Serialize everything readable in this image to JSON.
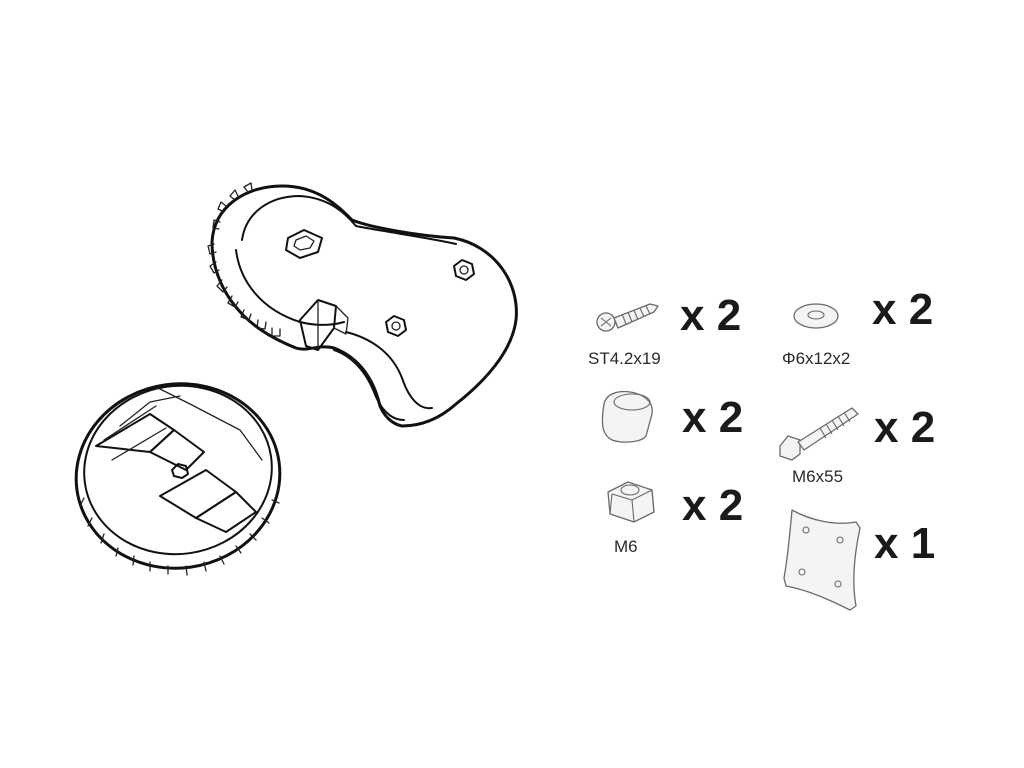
{
  "parts": [
    {
      "id": "screw",
      "icon": "screw-icon",
      "size_label": "ST4.2x19",
      "quantity": "x 2"
    },
    {
      "id": "washer",
      "icon": "washer-icon",
      "size_label": "Φ6x12x2",
      "quantity": "x 2"
    },
    {
      "id": "cap",
      "icon": "rubber-cap-icon",
      "size_label": "",
      "quantity": "x 2"
    },
    {
      "id": "bolt",
      "icon": "bolt-icon",
      "size_label": "M6x55",
      "quantity": "x 2"
    },
    {
      "id": "nut",
      "icon": "nut-icon",
      "size_label": "M6",
      "quantity": "x 2"
    },
    {
      "id": "plate",
      "icon": "bracket-plate-icon",
      "size_label": "",
      "quantity": "x 1"
    }
  ],
  "assemblies": [
    {
      "icon": "ratchet-clamp-body-icon"
    },
    {
      "icon": "toothed-ratchet-disc-icon"
    }
  ]
}
